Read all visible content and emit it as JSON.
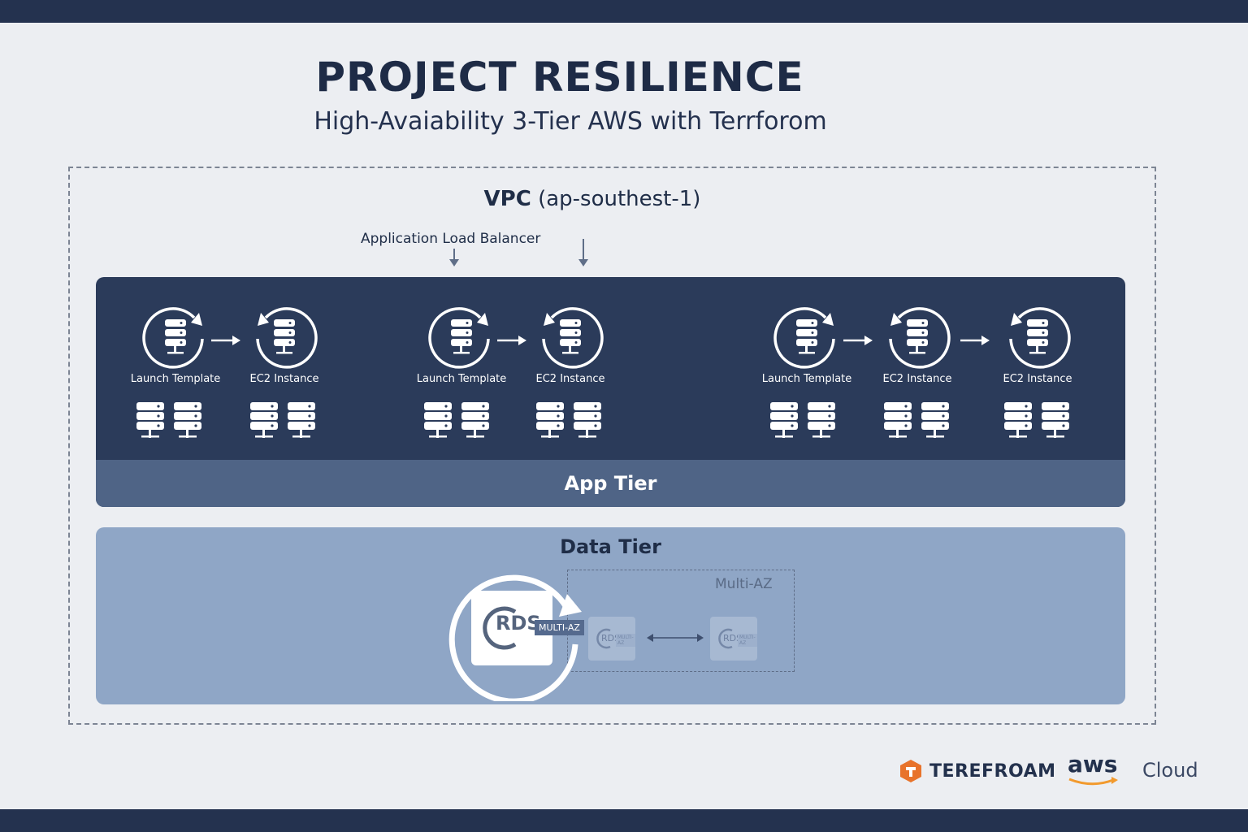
{
  "header": {
    "title": "PROJECT RESILIENCE",
    "subtitle": "High-Avaiability 3-Tier AWS with Terrforom"
  },
  "vpc": {
    "label_main": "VPC",
    "label_region": "(ap-southest-1)"
  },
  "alb": {
    "label": "Application Load Balancer"
  },
  "app_tier": {
    "title": "App Tier",
    "nodes": [
      {
        "label": "Launch Template"
      },
      {
        "label": "EC2 Instance"
      },
      {
        "label": "Launch Template"
      },
      {
        "label": "EC2 Instance"
      },
      {
        "label": "Launch Template"
      },
      {
        "label": "EC2 Instance"
      },
      {
        "label": "EC2 Instance"
      }
    ]
  },
  "data_tier": {
    "title": "Data Tier",
    "multi_az_label": "Multi-AZ",
    "rds_label": "RDS",
    "rds_tag": "MULTI-AZ",
    "replica_label": "RDS",
    "replica_tag": "MULTI-AZ"
  },
  "footer": {
    "terraform": "TEREFROAM",
    "aws": "aws",
    "cloud": "Cloud"
  },
  "colors": {
    "dark_navy": "#24324f",
    "app_tier_bg": "#2b3b5a",
    "app_tier_footer": "#4f6486",
    "data_tier_bg": "#8fa6c6",
    "terraform_orange": "#e8732b",
    "aws_orange": "#f29a2e"
  },
  "icons": {
    "node": "database-cycle-icon",
    "servers": "server-stack-icon",
    "rds": "rds-icon"
  }
}
